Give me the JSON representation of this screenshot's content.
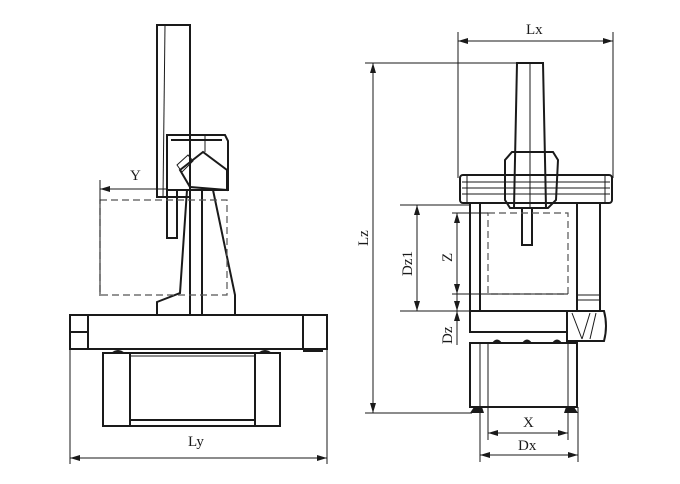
{
  "drawing": {
    "side_view": {
      "labels": {
        "y_travel": "Y",
        "length_y": "Ly"
      }
    },
    "front_view": {
      "labels": {
        "length_x": "Lx",
        "length_z": "Lz",
        "dz1": "Dz1",
        "z_travel": "Z",
        "dz": "Dz",
        "x_travel": "X",
        "dx": "Dx"
      }
    }
  }
}
